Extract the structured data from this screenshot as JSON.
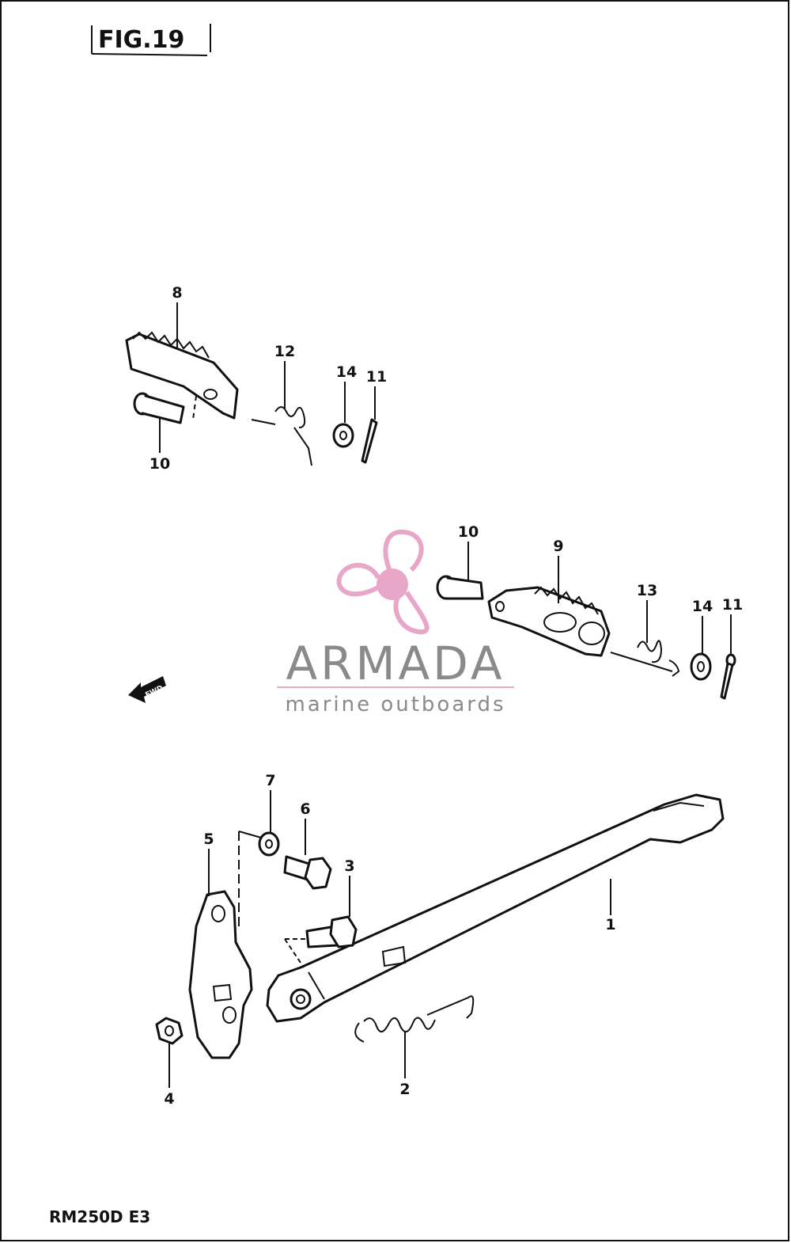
{
  "figure": {
    "label": "FIG.19",
    "model_code": "RM250D E3"
  },
  "direction_arrow": {
    "label": "FWD"
  },
  "watermark": {
    "brand": "ARMADA",
    "tagline": "marine outboards",
    "accent_color": "#e8a6c8",
    "text_color": "#8a8a8a"
  },
  "callouts": [
    {
      "id": "c8",
      "label": "8"
    },
    {
      "id": "c12",
      "label": "12"
    },
    {
      "id": "c14a",
      "label": "14"
    },
    {
      "id": "c11a",
      "label": "11"
    },
    {
      "id": "c10a",
      "label": "10"
    },
    {
      "id": "c10b",
      "label": "10"
    },
    {
      "id": "c9",
      "label": "9"
    },
    {
      "id": "c13",
      "label": "13"
    },
    {
      "id": "c14b",
      "label": "14"
    },
    {
      "id": "c11b",
      "label": "11"
    },
    {
      "id": "c7",
      "label": "7"
    },
    {
      "id": "c6",
      "label": "6"
    },
    {
      "id": "c5",
      "label": "5"
    },
    {
      "id": "c3",
      "label": "3"
    },
    {
      "id": "c1",
      "label": "1"
    },
    {
      "id": "c4",
      "label": "4"
    },
    {
      "id": "c2",
      "label": "2"
    }
  ]
}
